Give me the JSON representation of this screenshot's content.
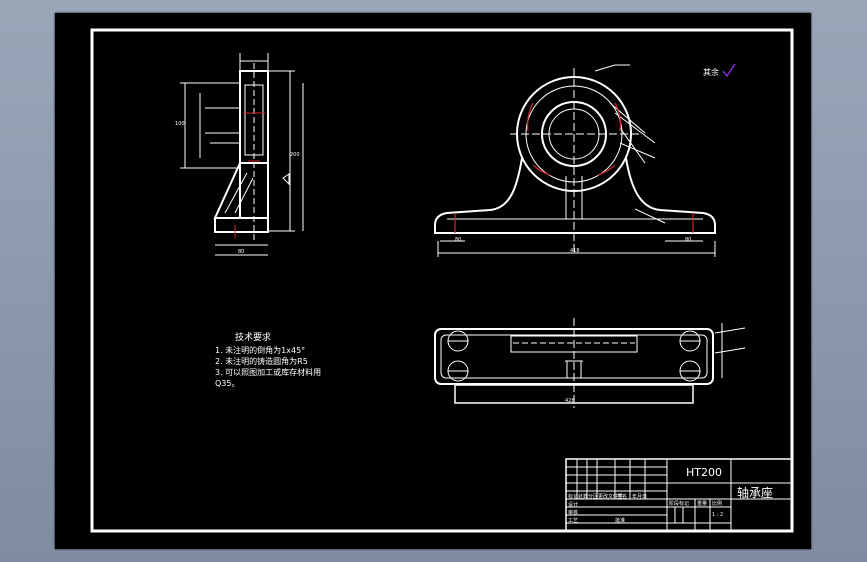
{
  "drawing": {
    "title": "轴承座",
    "material": "HT200",
    "roughness_note": "其余",
    "tech_requirements": {
      "heading": "技术要求",
      "items": [
        "1. 未注明的倒角为1x45°",
        "2. 未注明的铸造圆角为R5",
        "3. 可以照图加工或库存材料用",
        "Q35。"
      ]
    },
    "title_block": {
      "labels": [
        "标记",
        "处数",
        "分区",
        "更改文件号",
        "签名",
        "年月日"
      ],
      "stage_label": "阶段标记",
      "weight_label": "重量",
      "scale_label": "比例",
      "scale_value": "1 : 2",
      "design": "设计",
      "review": "审核",
      "process": "工艺",
      "approve": "批准"
    },
    "colors": {
      "background": "#000000",
      "line": "#ffffff",
      "accent": "#cc2a2a",
      "window_bg": "#8f9bb0"
    }
  }
}
